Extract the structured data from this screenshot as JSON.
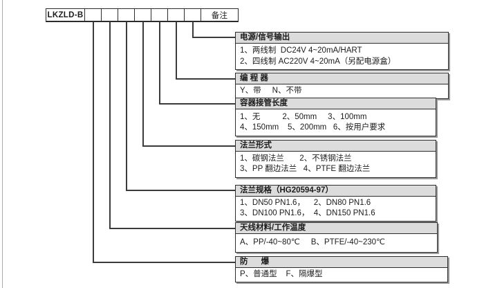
{
  "model_code": {
    "prefix": "LKZLD-B",
    "remark_label": "备注",
    "digit_count": 7
  },
  "colors": {
    "header_bg": "#dcdcdc",
    "line": "#3a3a3a",
    "shadow": "#9b9b9b"
  },
  "sections": [
    {
      "title": "电源/信号输出",
      "lines": [
        "1、两线制  DC24V 4~20mA/HART",
        "2、四线制 AC220V 4~20mA（另配电源盒）"
      ]
    },
    {
      "title": "编 程 器",
      "lines": [
        "Y、带     N、不带"
      ]
    },
    {
      "title": "容器接管长度",
      "lines": [
        "1、无          2、50mm     3、100mm",
        "4、150mm    5、200mm   6、按用户要求"
      ]
    },
    {
      "title": "法兰形式",
      "lines": [
        "1、碳钢法兰       2、不锈钢法兰",
        "3、PP 翻边法兰   4、PTFE 翻边法兰"
      ]
    },
    {
      "title": "法兰规格（HG20594-97）",
      "lines": [
        "1、DN50 PN1.6，    2、DN80 PN1.6",
        "3、DN100 PN1.6，  4、DN150 PN1.6"
      ]
    },
    {
      "title": "天线材料/工作温度",
      "lines": [
        "A、PP/-40~80℃     B、PTFE/-40~230℃"
      ]
    },
    {
      "title": "防      爆",
      "lines": [
        "P、普通型    F、隔爆型"
      ]
    }
  ]
}
